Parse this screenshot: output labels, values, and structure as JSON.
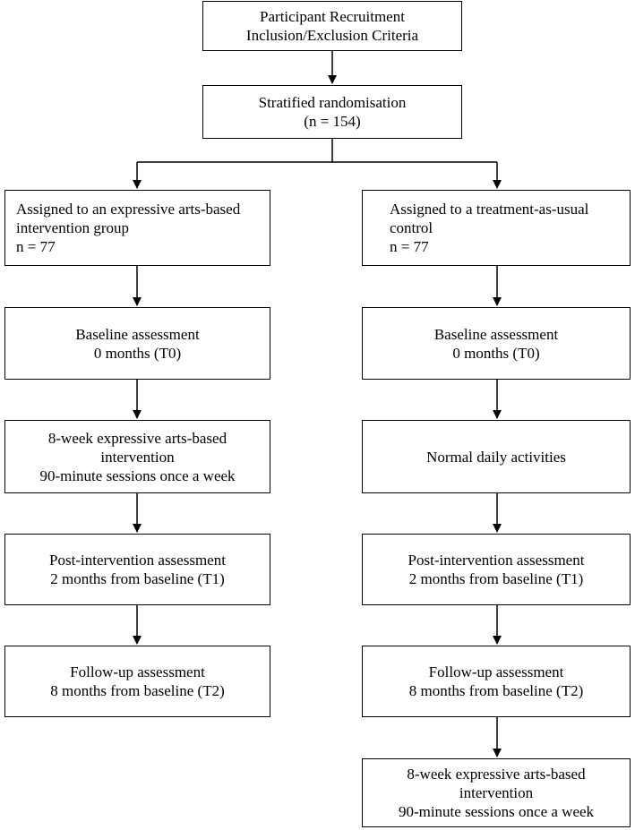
{
  "boxes": {
    "recruitment": [
      "Participant Recruitment",
      "Inclusion/Exclusion Criteria"
    ],
    "randomisation": [
      "Stratified randomisation",
      "(n = 154)"
    ],
    "intervention_group": [
      "Assigned to an expressive arts-based",
      "intervention group",
      "n = 77"
    ],
    "control_group": [
      "Assigned to a treatment-as-usual",
      "control",
      "n = 77"
    ],
    "left_baseline": [
      "Baseline assessment",
      "0 months (T0)"
    ],
    "right_baseline": [
      "Baseline assessment",
      "0 months (T0)"
    ],
    "left_intervention": [
      "8-week expressive arts-based",
      "intervention",
      "90-minute sessions once a week"
    ],
    "right_activities": [
      "Normal daily activities"
    ],
    "left_post": [
      "Post-intervention assessment",
      "2 months from baseline (T1)"
    ],
    "right_post": [
      "Post-intervention assessment",
      "2 months from baseline (T1)"
    ],
    "left_followup": [
      "Follow-up assessment",
      "8 months from baseline (T2)"
    ],
    "right_followup": [
      "Follow-up assessment",
      "8 months from baseline (T2)"
    ],
    "right_delayed_intervention": [
      "8-week expressive arts-based",
      "intervention",
      "90-minute sessions once a week"
    ]
  }
}
